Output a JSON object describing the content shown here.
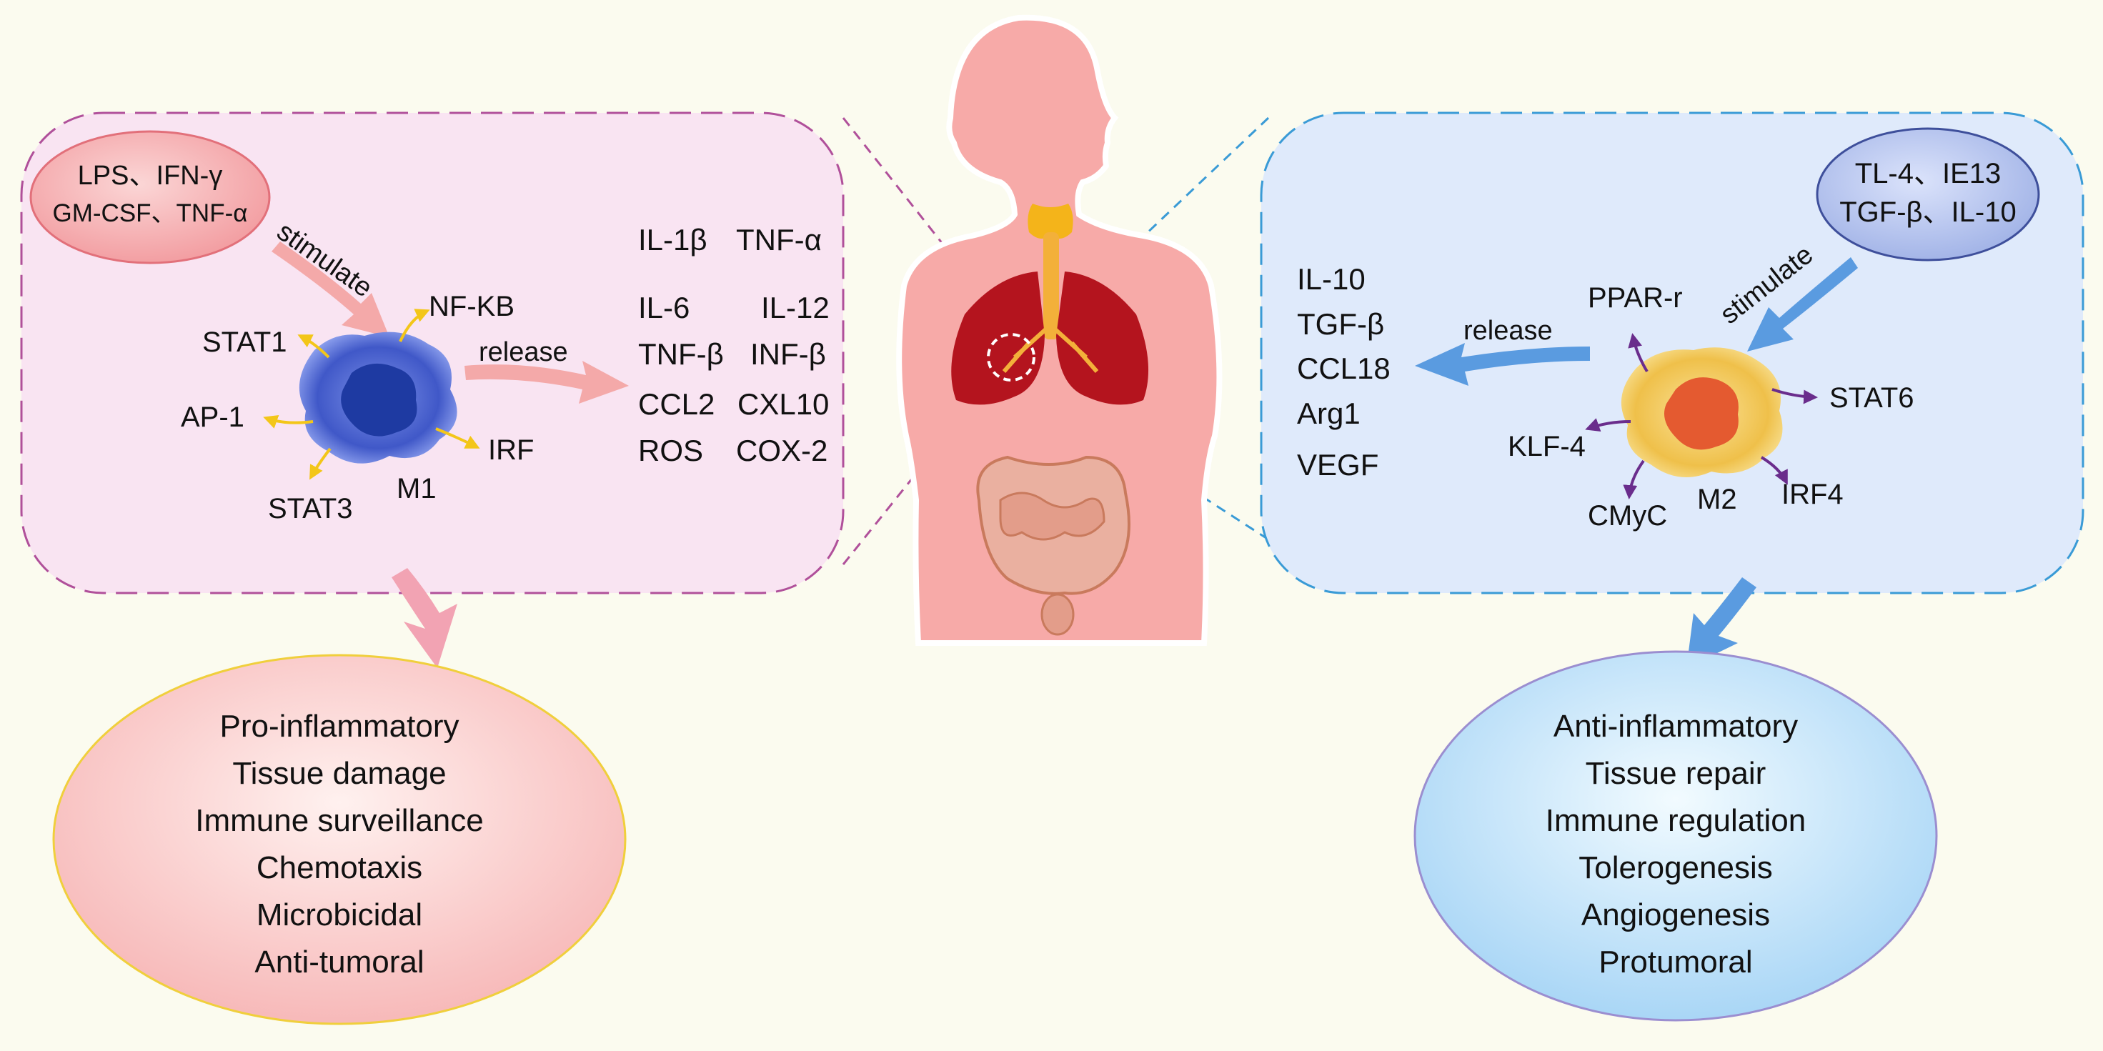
{
  "m1": {
    "stimuli": [
      "LPS、IFN-γ",
      "GM-CSF、TNF-α"
    ],
    "stimulate_label": "stimulate",
    "cell_label": "M1",
    "factors": [
      "NF-KB",
      "STAT1",
      "AP-1",
      "STAT3",
      "IRF"
    ],
    "release_label": "release",
    "cytokines": [
      [
        "IL-1β",
        "TNF-α"
      ],
      [
        "IL-6",
        "IL-12"
      ],
      [
        "TNF-β",
        "INF-β"
      ],
      [
        "CCL2",
        "CXL10"
      ],
      [
        "ROS",
        "COX-2"
      ]
    ],
    "functions": [
      "Pro-inflammatory",
      "Tissue damage",
      "Immune surveillance",
      "Chemotaxis",
      "Microbicidal",
      "Anti-tumoral"
    ]
  },
  "m2": {
    "stimuli": [
      "TL-4、IE13",
      "TGF-β、IL-10"
    ],
    "stimulate_label": "stimulate",
    "cell_label": "M2",
    "factors": [
      "PPAR-r",
      "STAT6",
      "KLF-4",
      "CMyC",
      "IRF4"
    ],
    "release_label": "release",
    "cytokines": [
      "IL-10",
      "TGF-β",
      "CCL18",
      "Arg1",
      "VEGF"
    ],
    "functions": [
      "Anti-inflammatory",
      "Tissue repair",
      "Immune regulation",
      "Tolerogenesis",
      "Angiogenesis",
      "Protumoral"
    ]
  },
  "colors": {
    "m1_panel": "#f9e4f2",
    "m1_border": "#b0509a",
    "m2_panel": "#dfeafb",
    "m2_border": "#3a9bd6",
    "m1_cell": "#2f4fb0",
    "m2_cell": "#f0c24a",
    "m1_arrow": "#f4a9a9",
    "m2_arrow": "#5a9be0",
    "body": "#f7aaa8"
  }
}
